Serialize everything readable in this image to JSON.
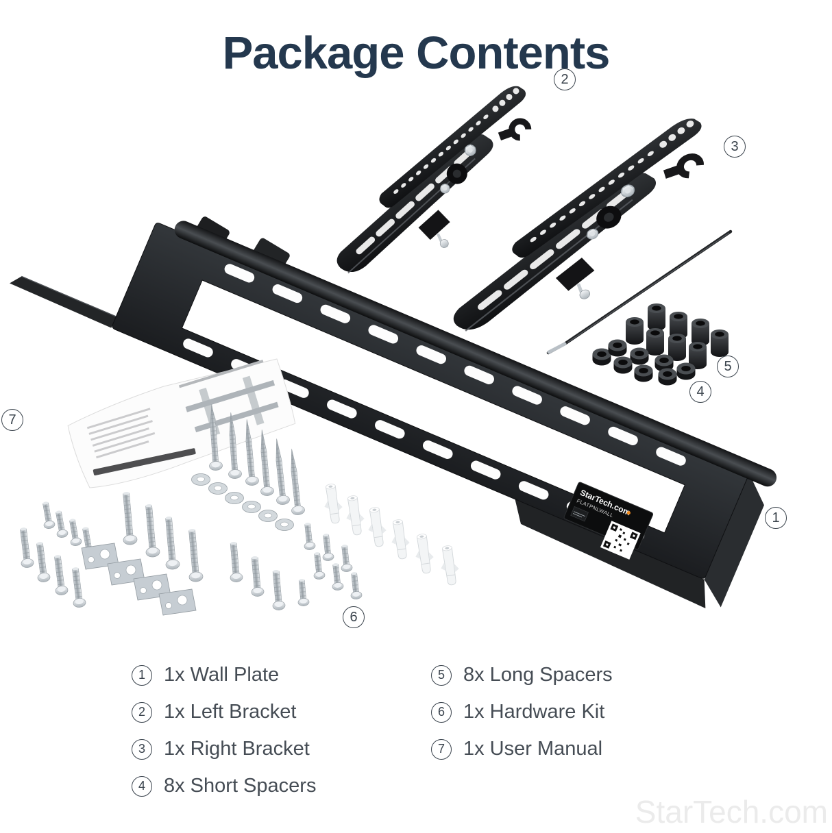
{
  "title": "Package Contents",
  "legend": {
    "items": [
      {
        "number": "1",
        "label": "1x Wall Plate"
      },
      {
        "number": "2",
        "label": "1x Left Bracket"
      },
      {
        "number": "3",
        "label": "1x Right Bracket"
      },
      {
        "number": "4",
        "label": "8x Short Spacers"
      },
      {
        "number": "5",
        "label": "8x Long Spacers"
      },
      {
        "number": "6",
        "label": "1x Hardware Kit"
      },
      {
        "number": "7",
        "label": "1x User Manual"
      }
    ]
  },
  "collage": {
    "plate_label": {
      "brand": "StarTech.com",
      "model": "FLATPNLWALL"
    }
  },
  "watermark": {
    "text": "StarTech.com"
  },
  "colors": {
    "title": "#24384e",
    "legend_text": "#454c54",
    "callout_ring": "#3a434c",
    "metal_dark": "#1c1e20",
    "metal_silver": "#c3cad0",
    "accent_orange": "#f08a1d",
    "watermark": "#ebebeb"
  }
}
